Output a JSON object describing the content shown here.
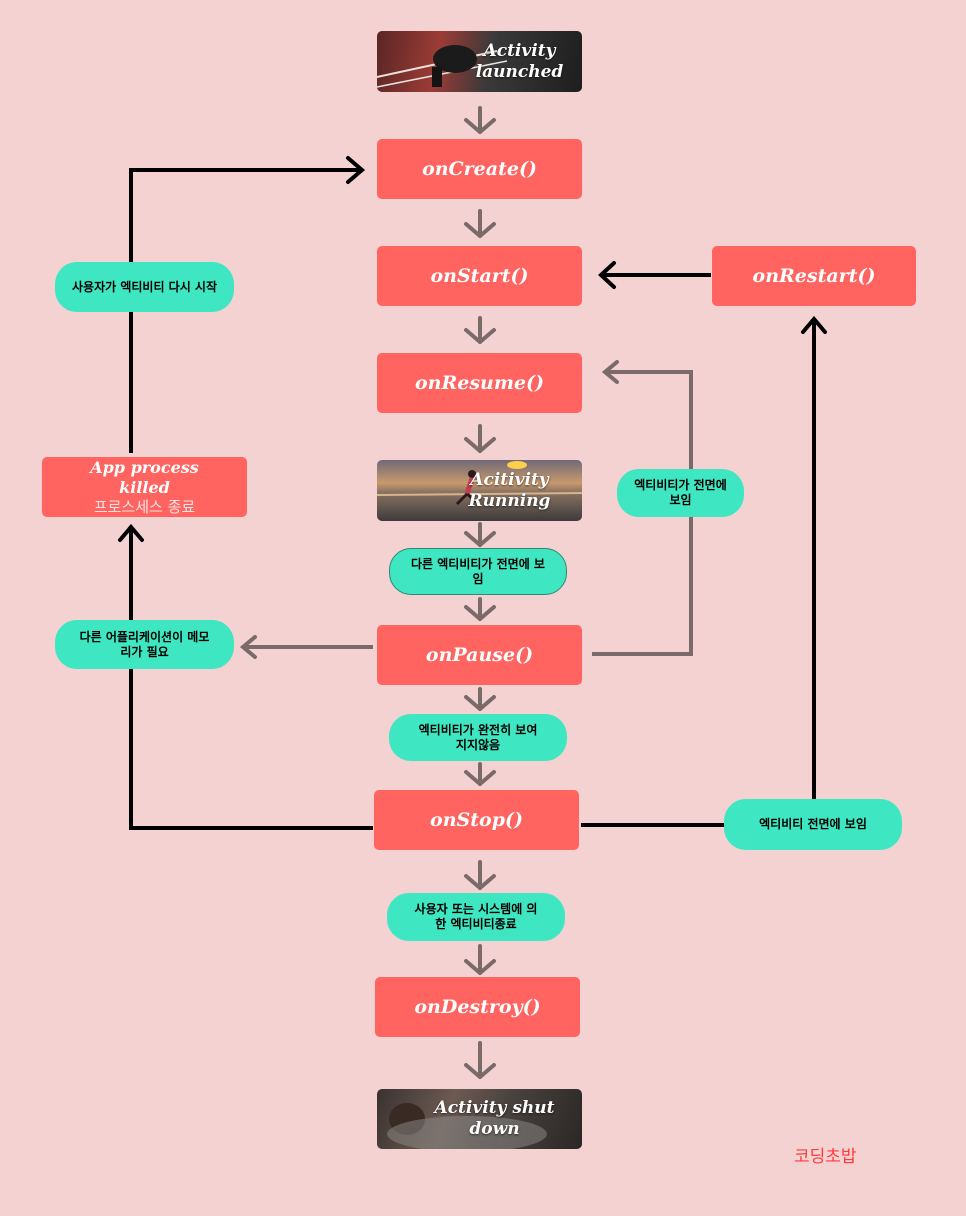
{
  "nodes": {
    "launched": "Activity launched",
    "create": "onCreate()",
    "start": "onStart()",
    "restart": "onRestart()",
    "resume": "onResume()",
    "running": "Acitivity Running",
    "pause": "onPause()",
    "stop": "onStop()",
    "destroy": "onDestroy()",
    "shutdown": "Activity shut down",
    "killed_line1": "App process killed",
    "killed_line2": "프로스세스 종료"
  },
  "labels": {
    "user_restart": "사용자가 엑티비티 다시 시작",
    "front_resume": "엑티비티가 전면에 보임",
    "other_front": "다른 엑티비티가 전면에 보임",
    "memory": "다른 어플리케이션이 메모리가 필요",
    "not_visible": "엑티비티가 완전히 보여지지않음",
    "front_restart": "엑티비티 전면에 보임",
    "finish": "사용자 또는 시스템에 의한 엑티비티종료"
  },
  "brand": "코딩초밥",
  "colors": {
    "background": "#f3d2d1",
    "method_box": "#ff6461",
    "label_pill": "#3ee6c1",
    "arrow_gray": "#7a6a6a",
    "arrow_black": "#000000",
    "brand_text": "#ff3b3b"
  }
}
